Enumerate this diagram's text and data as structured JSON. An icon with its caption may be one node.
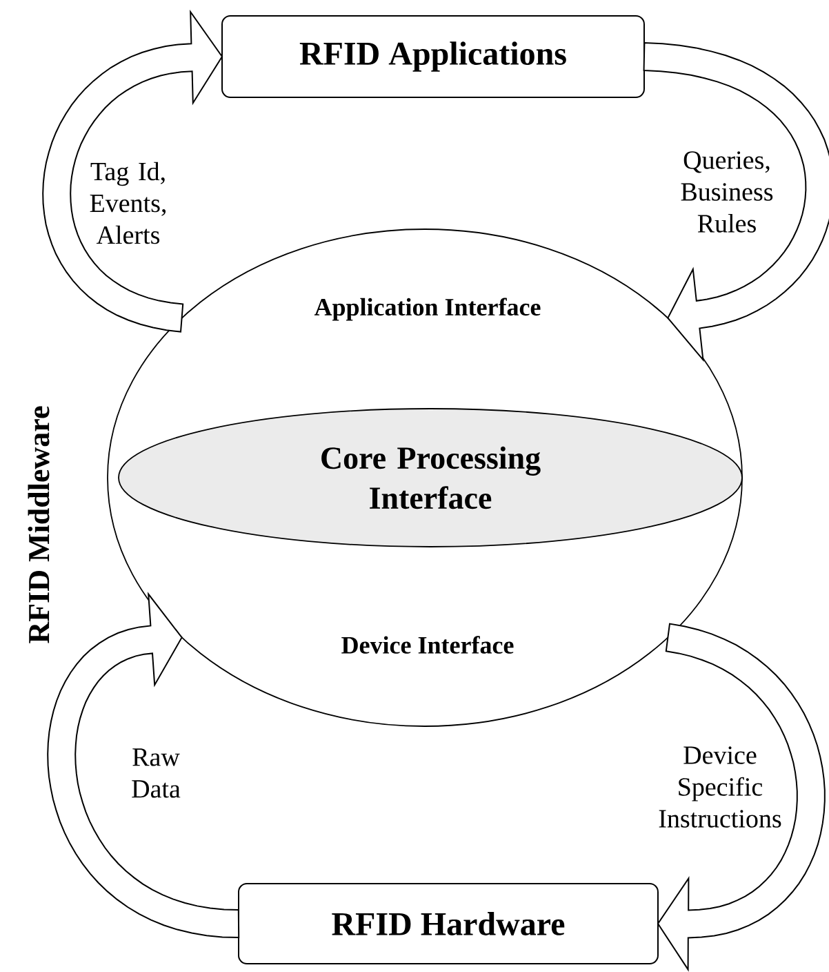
{
  "diagram": {
    "nodes": [
      {
        "text": [
          "RFID Applications"
        ]
      },
      {
        "text": [
          "Application Interface",
          "Device Interface"
        ],
        "beside": [
          "RFID Middleware"
        ]
      },
      {
        "text": [
          "Core Processing Interface"
        ],
        "in": 1
      },
      {
        "text": [
          "RFID Hardware"
        ]
      }
    ],
    "edges": [
      {
        "from": 1,
        "to": 0,
        "arrow": "to",
        "label": "Tag Id, Events, Alerts"
      },
      {
        "from": 0,
        "to": 1,
        "arrow": "to",
        "label": "Queries, Business Rules"
      },
      {
        "from": 3,
        "to": 1,
        "arrow": "to",
        "label": "Raw Data"
      },
      {
        "from": 1,
        "to": 3,
        "arrow": "to",
        "label": "Device Specific Instructions"
      }
    ]
  }
}
